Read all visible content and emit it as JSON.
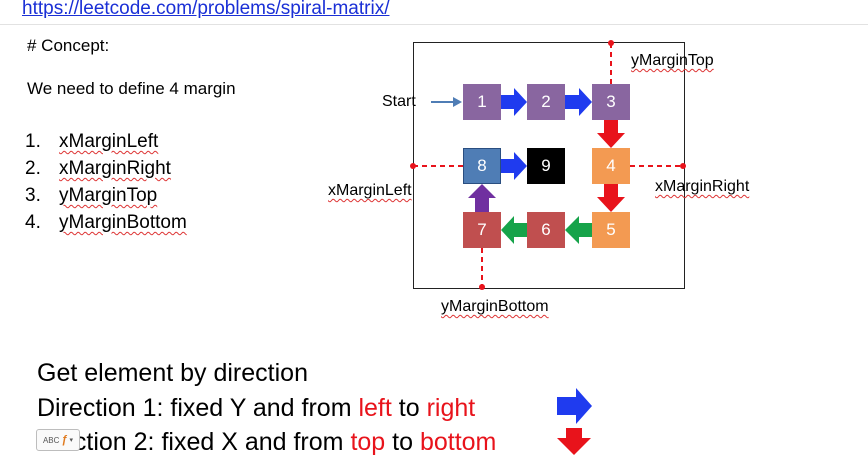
{
  "link": "https://leetcode.com/problems/spiral-matrix/",
  "concept_heading": "# Concept:",
  "description": "We need to define 4 margin",
  "margins_list": [
    {
      "num": "1.",
      "label": "xMarginLeft"
    },
    {
      "num": "2.",
      "label": "xMarginRight"
    },
    {
      "num": "3.",
      "label": "yMarginTop"
    },
    {
      "num": "4.",
      "label": "yMarginBottom"
    }
  ],
  "diagram": {
    "start_label": "Start",
    "cells": [
      "1",
      "2",
      "3",
      "4",
      "5",
      "6",
      "7",
      "8",
      "9"
    ],
    "label_top": "yMarginTop",
    "label_left": "xMarginLeft",
    "label_right": "xMarginRight",
    "label_bottom": "yMarginBottom",
    "colors": {
      "purple": "#8966a0",
      "orange": "#f39a52",
      "red": "#c04f4f",
      "blue": "#4f7db5",
      "black": "#000000",
      "arrow_blue": "#1f3bef",
      "arrow_red": "#e8131b",
      "arrow_green": "#16a34a",
      "arrow_purple": "#7030a0",
      "dashed_marker": "#e8131b"
    }
  },
  "direction_text": {
    "heading": "Get element by direction",
    "dir1_prefix": "Direction 1: fixed Y and from ",
    "dir1_left": "left",
    "dir1_mid": " to ",
    "dir1_right": "right",
    "dir2_prefix": "ection 2: fixed X and from ",
    "dir2_top": "top",
    "dir2_mid": " to ",
    "dir2_bottom": "bottom"
  },
  "spellcheck_badge": {
    "text": "ABC",
    "icon": "spellcheck-icon"
  }
}
